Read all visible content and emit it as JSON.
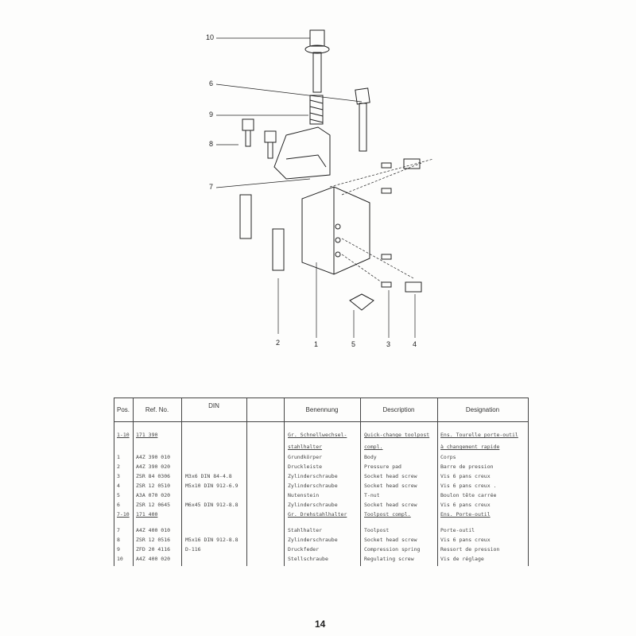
{
  "diagram": {
    "callouts_left": [
      "10",
      "6",
      "9",
      "8",
      "7"
    ],
    "callouts_bottom": [
      "2",
      "1",
      "5",
      "3",
      "4"
    ]
  },
  "table": {
    "headers": [
      "Pos.",
      "Ref. No.",
      "DIN",
      "",
      "Benennung",
      "Description",
      "Designation"
    ],
    "rows": [
      {
        "pos": "1-10",
        "ref": "171 390",
        "din": "",
        "de": "Gr. Schnellwechsel-",
        "en": "Quick-change toolpost",
        "fr": "Ens. Tourelle porte-outil",
        "group": true
      },
      {
        "pos": "",
        "ref": "",
        "din": "",
        "de": "stahlhalter",
        "en": "compl.",
        "fr": "à changement rapide",
        "group": true
      },
      {
        "pos": "1",
        "ref": "A4Z 390 010",
        "din": "",
        "de": "Grundkörper",
        "en": "Body",
        "fr": "Corps"
      },
      {
        "pos": "2",
        "ref": "A4Z 390 020",
        "din": "",
        "de": "Druckleiste",
        "en": "Pressure pad",
        "fr": "Barre de pression"
      },
      {
        "pos": "3",
        "ref": "ZSR 84 0306",
        "din": "M3x6 DIN 84-4.8",
        "de": "Zylinderschraube",
        "en": "Socket head screw",
        "fr": "Vis 6 pans creux"
      },
      {
        "pos": "4",
        "ref": "ZSR 12 0510",
        "din": "M5x10 DIN 912-6.9",
        "de": "Zylinderschraube",
        "en": "Socket head screw",
        "fr": "Vis 6 pans creux ."
      },
      {
        "pos": "5",
        "ref": "A3A 070 020",
        "din": "",
        "de": "Nutenstein",
        "en": "T-nut",
        "fr": "Boulon tête carrée"
      },
      {
        "pos": "6",
        "ref": "ZSR 12 0645",
        "din": "M6x45 DIN 912-8.8",
        "de": "Zylinderschraube",
        "en": "Socket head screw",
        "fr": "Vis 6 pans creux"
      },
      {
        "pos": "7-10",
        "ref": "171 400",
        "din": "",
        "de": "Gr. Drehstahlhalter",
        "en": "Toolpost compl.",
        "fr": "Ens. Porte-outil",
        "group": true
      },
      {
        "pos": "7",
        "ref": "A4Z 400 010",
        "din": "",
        "de": "Stahlhalter",
        "en": "Toolpost",
        "fr": "Porte-outil"
      },
      {
        "pos": "8",
        "ref": "ZSR 12 0516",
        "din": "M5x16 DIN 912-8.8",
        "de": "Zylinderschraube",
        "en": "Socket head screw",
        "fr": "Vis 6 pans creux"
      },
      {
        "pos": "9",
        "ref": "ZFD 20 4116",
        "din": "D-116",
        "de": "Druckfeder",
        "en": "Compression spring",
        "fr": "Ressort de pression"
      },
      {
        "pos": "10",
        "ref": "A4Z 400 020",
        "din": "",
        "de": "Stellschraube",
        "en": "Regulating screw",
        "fr": "Vis de réglage"
      }
    ]
  },
  "page_number": "14"
}
